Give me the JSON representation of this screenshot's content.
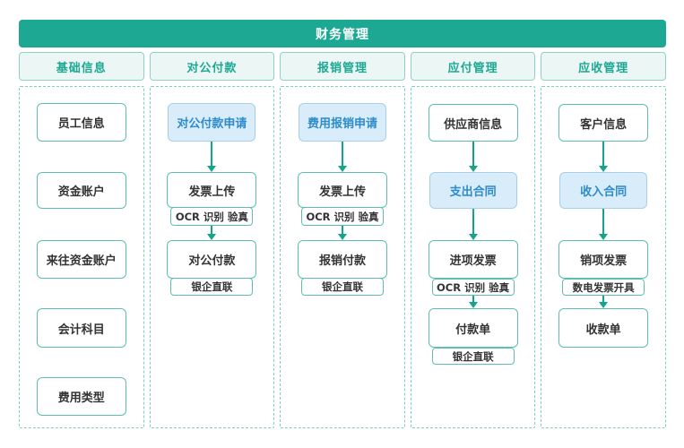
{
  "title": "财务管理",
  "colors": {
    "header_bg": "#1ca893",
    "header_text": "#ffffff",
    "column_header_bg": "#ecf7f5",
    "column_header_text": "#1ca893",
    "box_border": "#5fbfae",
    "dashed_border": "#7fccc0",
    "highlight_bg": "#d9ecf9",
    "highlight_border": "#a5cfec",
    "highlight_text": "#2d8cc9",
    "arrow": "#12a58c",
    "box_text": "#333333"
  },
  "columns": [
    {
      "header": "基础信息",
      "nodes": [
        {
          "label": "员工信息"
        },
        {
          "label": "资金账户"
        },
        {
          "label": "来往资金账户"
        },
        {
          "label": "会计科目"
        },
        {
          "label": "费用类型"
        }
      ]
    },
    {
      "header": "对公付款",
      "nodes": [
        {
          "label": "对公付款申请",
          "highlight": true
        },
        {
          "label": "发票上传",
          "sub": "OCR 识别 验真"
        },
        {
          "label": "对公付款",
          "sub": "银企直联"
        }
      ]
    },
    {
      "header": "报销管理",
      "nodes": [
        {
          "label": "费用报销申请",
          "highlight": true
        },
        {
          "label": "发票上传",
          "sub": "OCR 识别 验真"
        },
        {
          "label": "报销付款",
          "sub": "银企直联"
        }
      ]
    },
    {
      "header": "应付管理",
      "nodes": [
        {
          "label": "供应商信息"
        },
        {
          "label": "支出合同",
          "highlight": true
        },
        {
          "label": "进项发票",
          "sub": "OCR 识别 验真"
        },
        {
          "label": "付款单",
          "sub": "银企直联"
        }
      ]
    },
    {
      "header": "应收管理",
      "nodes": [
        {
          "label": "客户信息"
        },
        {
          "label": "收入合同",
          "highlight": true
        },
        {
          "label": "销项发票",
          "sub": "数电发票开具"
        },
        {
          "label": "收款单"
        }
      ]
    }
  ]
}
